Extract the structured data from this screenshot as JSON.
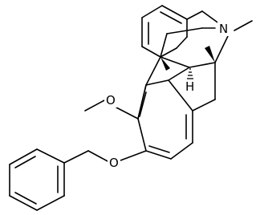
{
  "molecule": {
    "atoms": {
      "nitrogen": "N",
      "methoxy_oxygen": "O",
      "benzyloxy_oxygen": "O"
    },
    "stereo_hydrogen": "H"
  }
}
